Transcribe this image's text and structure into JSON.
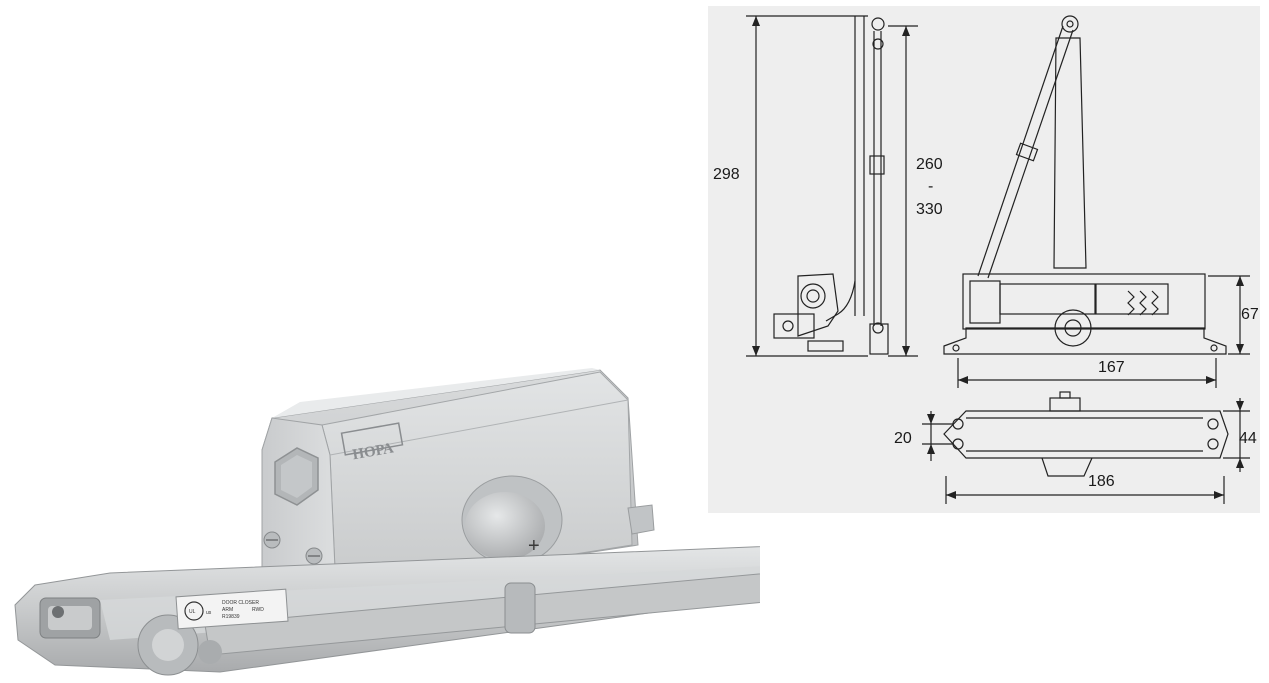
{
  "product": {
    "brand_mark": "НОРА",
    "label_lines": [
      "DOOR CLOSER",
      "ARM",
      "R19839"
    ],
    "label_extra": "RWD",
    "cert_mark": "UL",
    "cert_suffix": "us"
  },
  "dimensions": {
    "total_height": "298",
    "arm_range_min": "260",
    "arm_range_sep": "-",
    "arm_range_max": "330",
    "body_height": "67",
    "body_length": "167",
    "base_width": "20",
    "base_depth": "44",
    "base_length": "186"
  },
  "colors": {
    "metal": "#c8cacb",
    "drawing_bg": "#eeeeee",
    "line": "#222222"
  }
}
